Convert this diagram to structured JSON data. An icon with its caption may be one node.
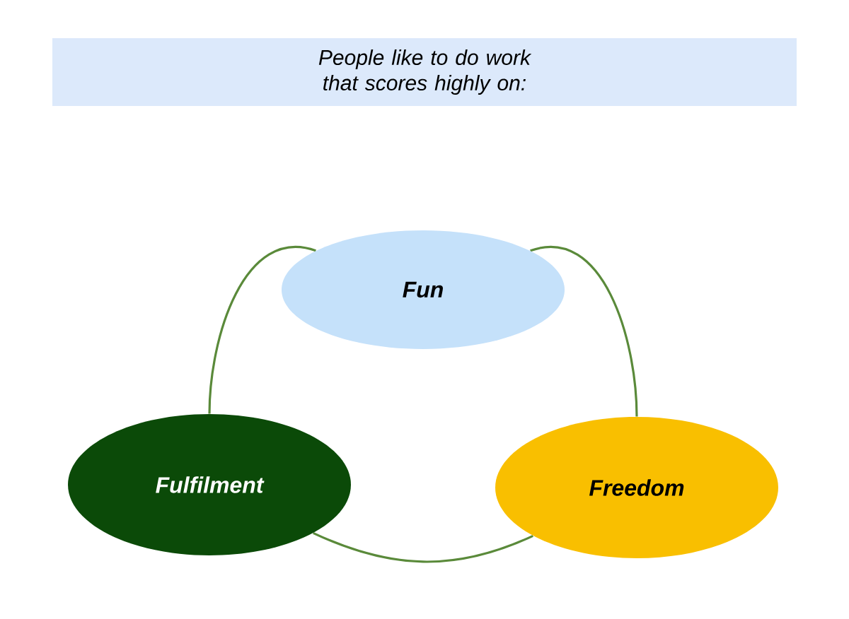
{
  "diagram": {
    "title": "People like to do work that scores highly on:",
    "nodes": [
      {
        "text": [
          "Fun"
        ]
      },
      {
        "text": [
          "Fulfilment"
        ]
      },
      {
        "text": [
          "Freedom"
        ]
      }
    ],
    "edges": [
      {
        "from": 0,
        "to": 1,
        "arrow": "none"
      },
      {
        "from": 0,
        "to": 2,
        "arrow": "none"
      },
      {
        "from": 1,
        "to": 2,
        "arrow": "none"
      }
    ]
  }
}
